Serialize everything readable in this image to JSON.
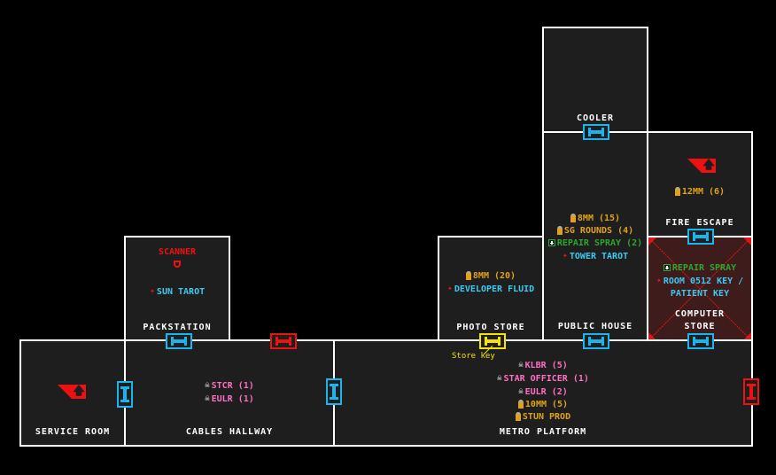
{
  "map": {
    "rooms": {
      "cooler": {
        "name": "COOLER"
      },
      "public_house": {
        "name": "PUBLIC HOUSE",
        "items": [
          {
            "icon": "ammo-icon",
            "type": "ammo",
            "label": "8MM (15)"
          },
          {
            "icon": "ammo-icon",
            "type": "ammo",
            "label": "SG ROUNDS (4)"
          },
          {
            "icon": "health-icon",
            "type": "heal",
            "label": "REPAIR SPRAY (2)"
          },
          {
            "icon": "key-item-icon",
            "type": "key",
            "label": "TOWER TAROT"
          }
        ]
      },
      "fire_escape": {
        "name": "FIRE ESCAPE",
        "items": [
          {
            "icon": "ammo-icon",
            "type": "ammo",
            "label": "12MM (6)"
          }
        ]
      },
      "computer_store": {
        "name_line1": "COMPUTER",
        "name_line2": "STORE",
        "items": [
          {
            "icon": "health-icon",
            "type": "heal",
            "label": "REPAIR SPRAY"
          },
          {
            "icon": "key-item-icon",
            "type": "key",
            "label": "ROOM 0512 KEY /"
          },
          {
            "icon": "",
            "type": "key",
            "label": "PATIENT KEY"
          }
        ]
      },
      "photo_store": {
        "name": "PHOTO STORE",
        "items": [
          {
            "icon": "ammo-icon",
            "type": "ammo",
            "label": "8MM (20)"
          },
          {
            "icon": "key-item-icon",
            "type": "key",
            "label": "DEVELOPER FLUID"
          }
        ]
      },
      "packstation": {
        "name": "PACKSTATION",
        "scanner_label": "SCANNER",
        "items": [
          {
            "icon": "key-item-icon",
            "type": "key",
            "label": "SUN TAROT"
          }
        ]
      },
      "service_room": {
        "name": "SERVICE ROOM"
      },
      "cables_hallway": {
        "name": "CABLES HALLWAY",
        "items": [
          {
            "icon": "skull-icon",
            "type": "enemy",
            "label": "STCR (1)"
          },
          {
            "icon": "skull-icon",
            "type": "enemy",
            "label": "EULR (1)"
          }
        ]
      },
      "metro_platform": {
        "name": "METRO PLATFORM",
        "items": [
          {
            "icon": "skull-icon",
            "type": "enemy",
            "label": "KLBR (5)"
          },
          {
            "icon": "skull-icon",
            "type": "enemy",
            "label": "STAR OFFICER (1)"
          },
          {
            "icon": "skull-icon",
            "type": "enemy",
            "label": "EULR (2)"
          },
          {
            "icon": "ammo-icon",
            "type": "ammo",
            "label": "10MM (5)"
          },
          {
            "icon": "ammo-icon",
            "type": "ammo",
            "label": "STUN PROD"
          }
        ]
      }
    },
    "door_labels": {
      "photo_store_door": "Store key"
    },
    "colors": {
      "unlocked_door": "#1ab4ee",
      "locked_door": "#ee1111",
      "key_door": "#f5e400",
      "ammo": "#e0a21a",
      "heal": "#2fa52f",
      "key_item": "#3cc8f0",
      "enemy": "#ff6ec0"
    }
  }
}
